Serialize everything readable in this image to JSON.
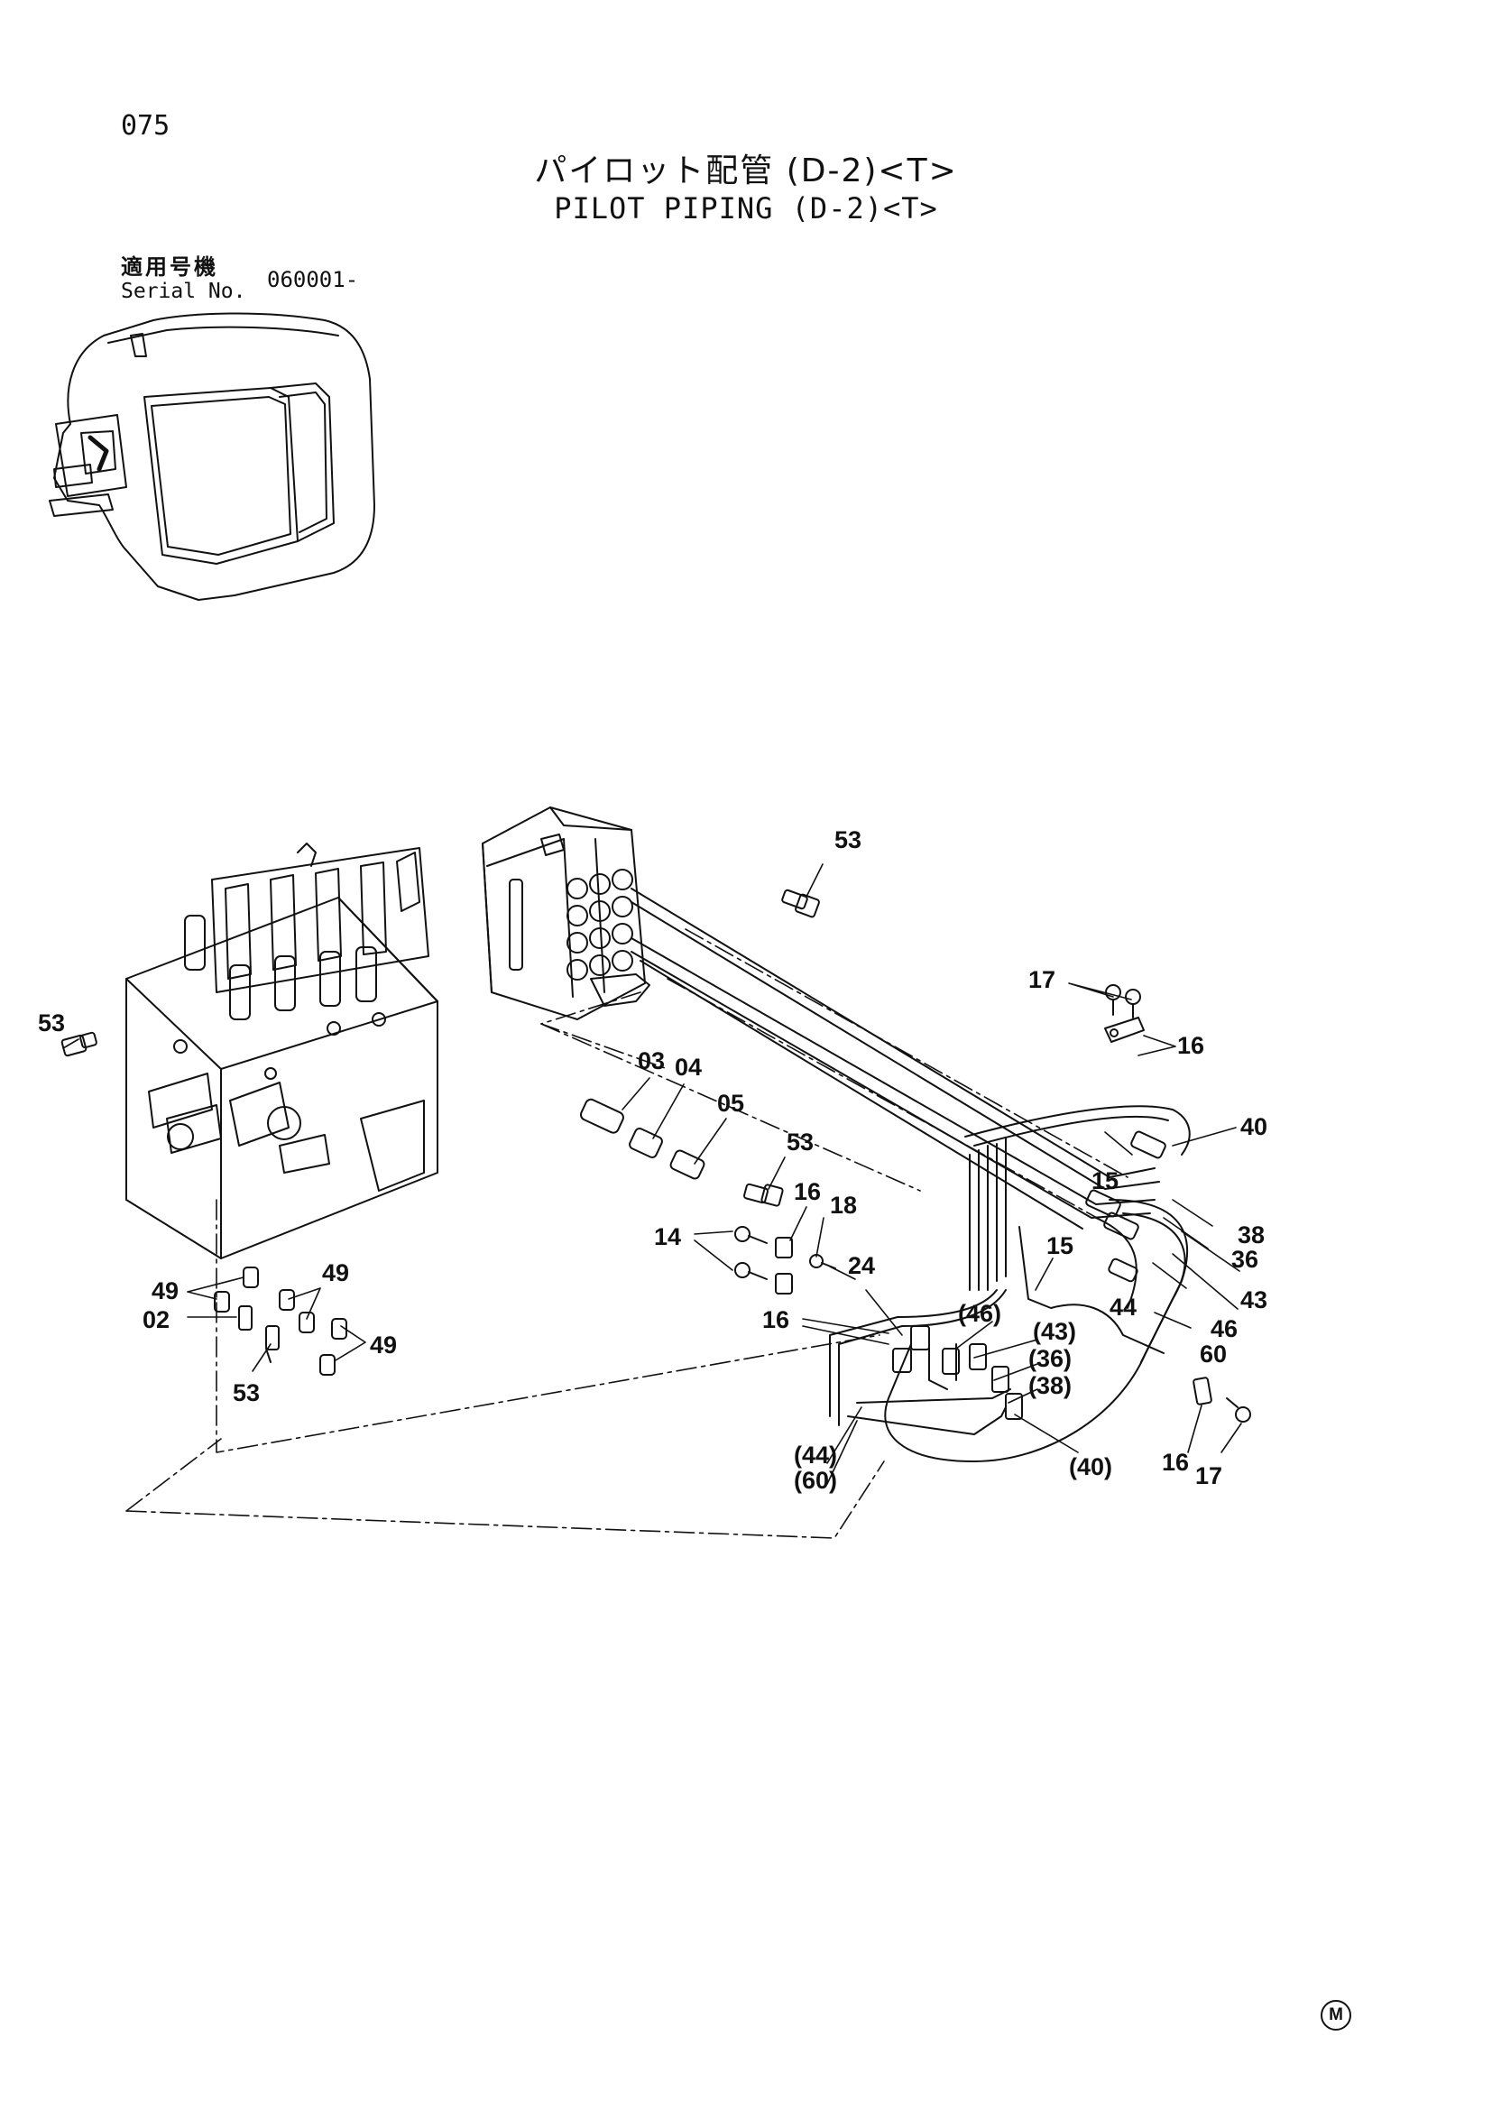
{
  "header": {
    "page_number": "075",
    "title_jp": "パイロット配管 (D-2)<T>",
    "title_en": "PILOT PIPING (D-2)<T>"
  },
  "serial": {
    "label_jp": "適用号機",
    "label_en": "Serial No.",
    "value": "060001-"
  },
  "callouts": {
    "c53a": "53",
    "c17a": "17",
    "c16a": "16",
    "c40": "40",
    "c53b": "53",
    "c03": "03",
    "c04": "04",
    "c05": "05",
    "c53c": "53",
    "c15a": "15",
    "c38a": "38",
    "c36a": "36",
    "c43a": "43",
    "c46a": "46",
    "c16b": "16",
    "c18": "18",
    "c14": "14",
    "c24": "24",
    "c15b": "15",
    "c44a": "44",
    "c60a": "60",
    "c16c": "16",
    "c46b": "(46)",
    "c43b": "(43)",
    "c36b": "(36)",
    "c38b": "(38)",
    "c49a": "49",
    "c49b": "49",
    "c02": "02",
    "c49c": "49",
    "c53d": "53",
    "c44b": "(44)",
    "c60b": "(60)",
    "c40b": "(40)",
    "c16d": "16",
    "c17b": "17"
  },
  "footer": {
    "mark": "M"
  }
}
